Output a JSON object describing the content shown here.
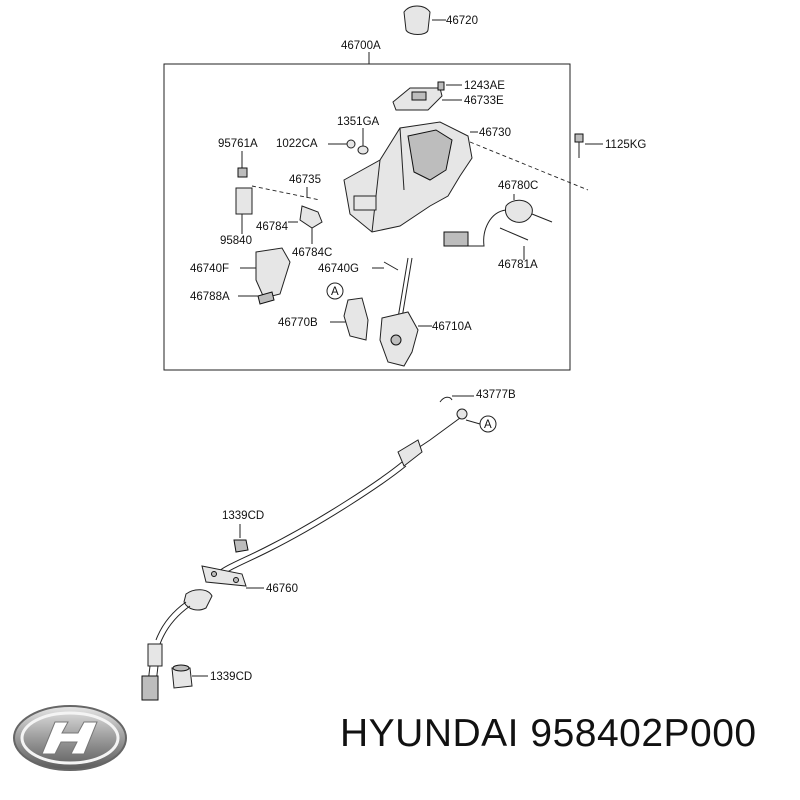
{
  "labels": {
    "p46720": "46720",
    "p46700A": "46700A",
    "p1243AE": "1243AE",
    "p46733E": "46733E",
    "p1351GA": "1351GA",
    "p46730": "46730",
    "p95761A": "95761A",
    "p1022CA": "1022CA",
    "p1125KG": "1125KG",
    "p46735": "46735",
    "p46780C": "46780C",
    "p46784": "46784",
    "p95840": "95840",
    "p46784C": "46784C",
    "p46740F": "46740F",
    "p46740G": "46740G",
    "p46781A": "46781A",
    "p46788A": "46788A",
    "p46770B": "46770B",
    "p46710A": "46710A",
    "p43777B": "43777B",
    "p1339CD_1": "1339CD",
    "p46760": "46760",
    "p1339CD_2": "1339CD",
    "ref_a": "A"
  },
  "brand": {
    "name": "HYUNDAI",
    "part_number": "958402P000",
    "logo_icon": "hyundai-logo-icon"
  }
}
